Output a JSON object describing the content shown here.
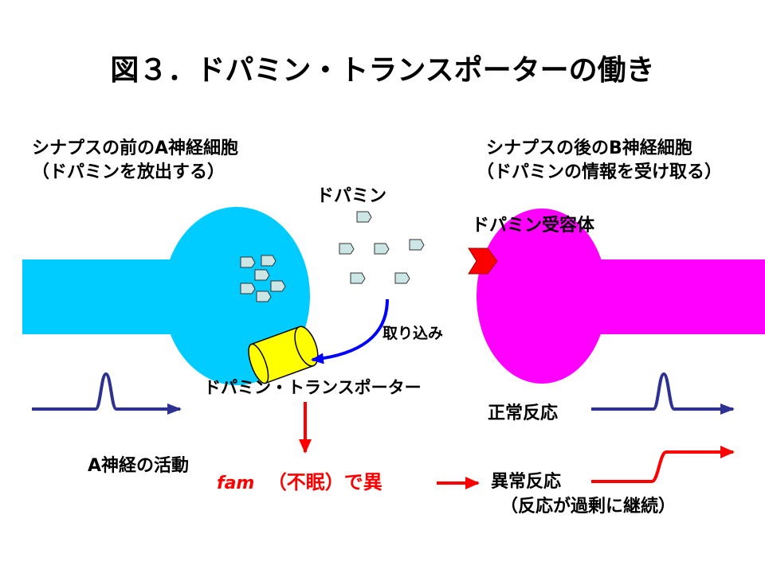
{
  "title": "図３．ドパミン・トランスポーターの働き",
  "neuron_a": {
    "label_line1": "シナプスの前のA神経細胞",
    "label_line2": "（ドパミンを放出する）"
  },
  "neuron_b": {
    "label_line1": "シナプスの後のB神経細胞",
    "label_line2": "（ドパミンの情報を受け取る）"
  },
  "dopamine_label": "ドパミン",
  "receptor_label": "ドパミン受容体",
  "uptake_label": "取り込み",
  "transporter_label": "ドパミン・トランスポーター",
  "a_activity_label": "A神経の活動",
  "mutation": {
    "gene": "fam",
    "rest": "（不眠）で異"
  },
  "normal_response_label": "正常反応",
  "abnormal_response": {
    "line1": "異常反応",
    "line2": "（反応が過剰に継続）"
  },
  "colors": {
    "neuron_a": "#00ccff",
    "neuron_b": "#ff00ff",
    "transporter": "#ffff00",
    "receptor": "#ff0000",
    "dopamine": "#cce6e6",
    "signal": "#2e3192",
    "uptake_arrow": "#0000ff",
    "abnormal": "#ff0000"
  }
}
